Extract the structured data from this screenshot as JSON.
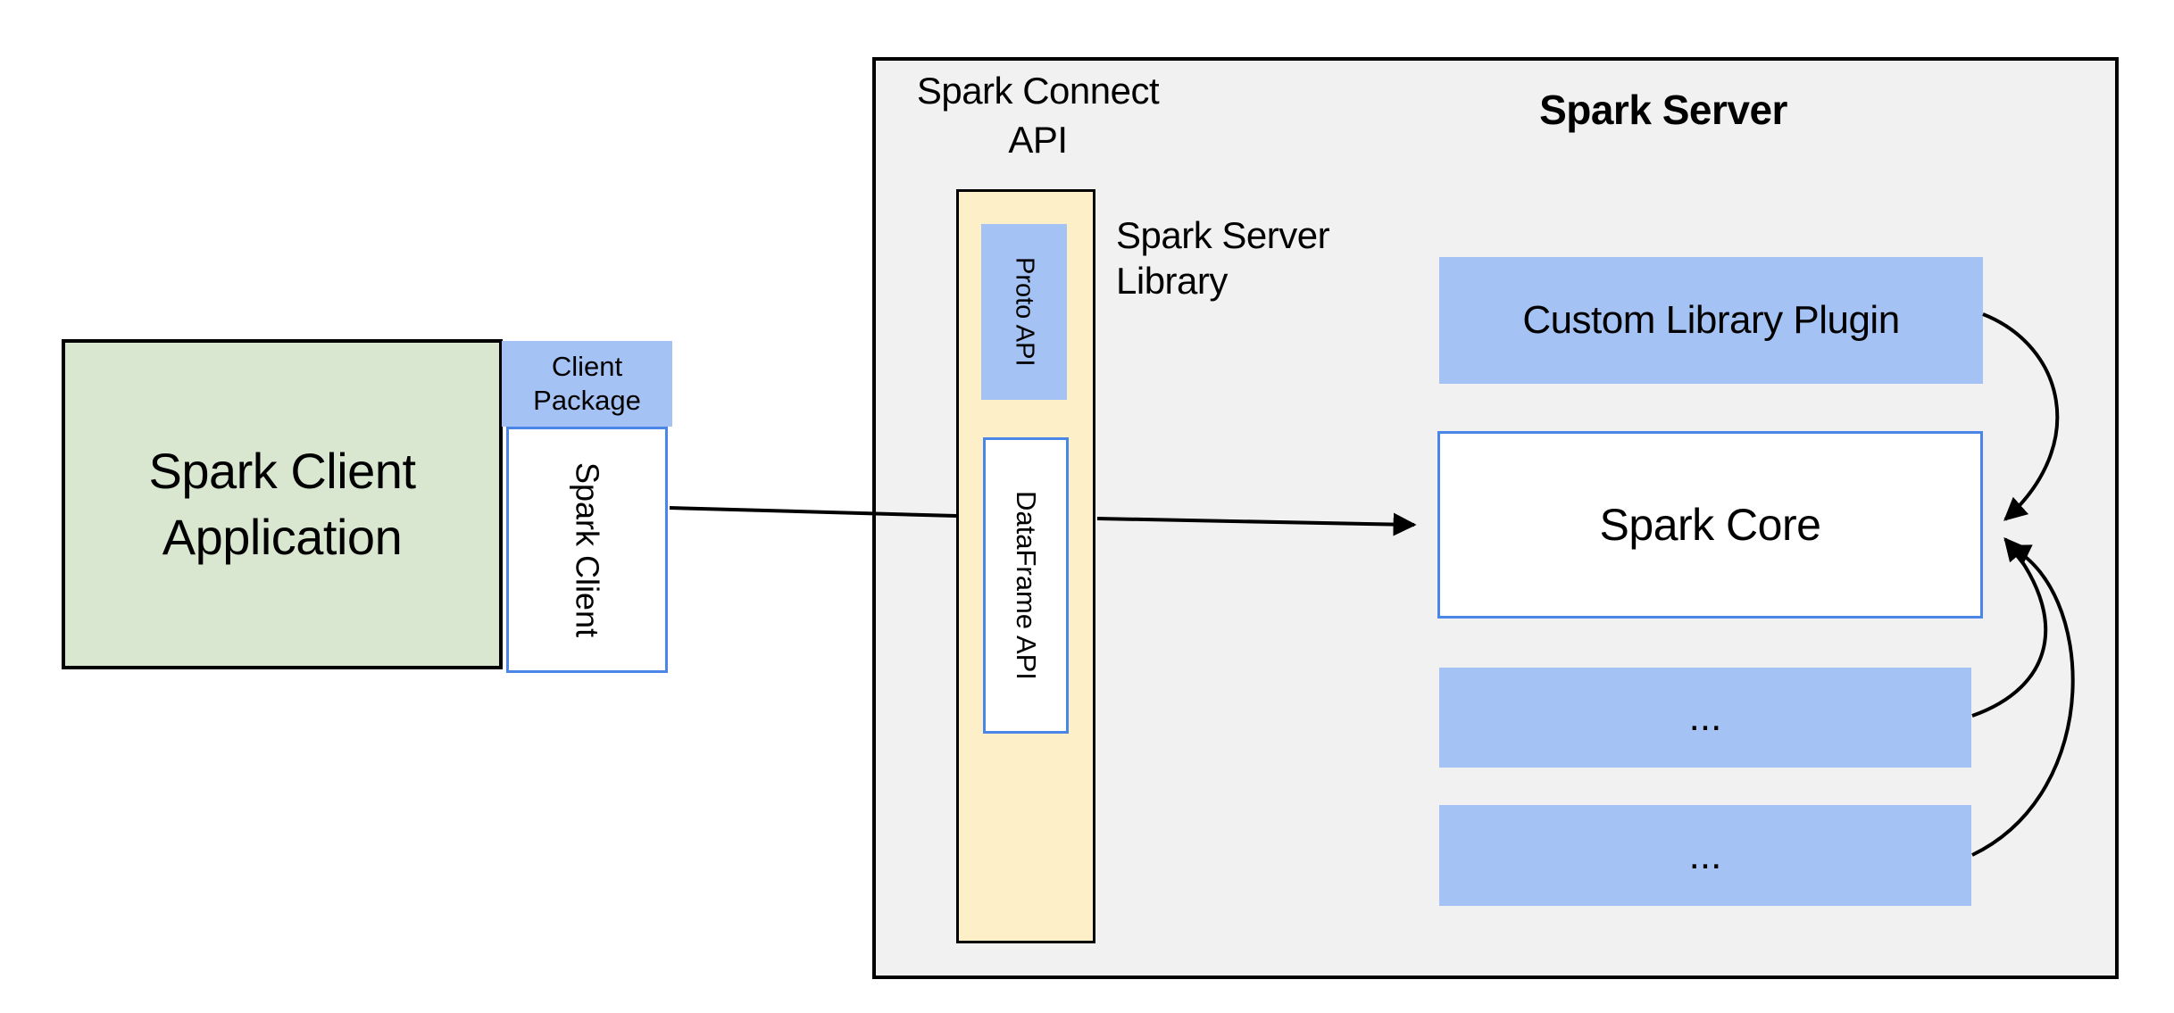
{
  "diagram": {
    "client": {
      "app_title_line1": "Spark Client",
      "app_title_line2": "Application",
      "package_line1": "Client",
      "package_line2": "Package",
      "spark_client_label": "Spark Client"
    },
    "connect": {
      "header_line1": "Spark Connect",
      "header_line2": "API",
      "proto_api_label": "Proto API",
      "dataframe_api_label": "DataFrame API",
      "library_label_line1": "Spark Server",
      "library_label_line2": "Library"
    },
    "server": {
      "header": "Spark Server",
      "custom_library_plugin_label": "Custom Library Plugin",
      "spark_core_label": "Spark Core",
      "plugin_slot1_label": "...",
      "plugin_slot2_label": "..."
    },
    "colors": {
      "server_bg": "#f1f1f1",
      "client_app_fill": "#d9e7d1",
      "accent_blue_fill": "#a4c2f4",
      "library_fill": "#fdf0c8",
      "blue_border": "#4a86e8",
      "line_color": "#000000"
    }
  }
}
